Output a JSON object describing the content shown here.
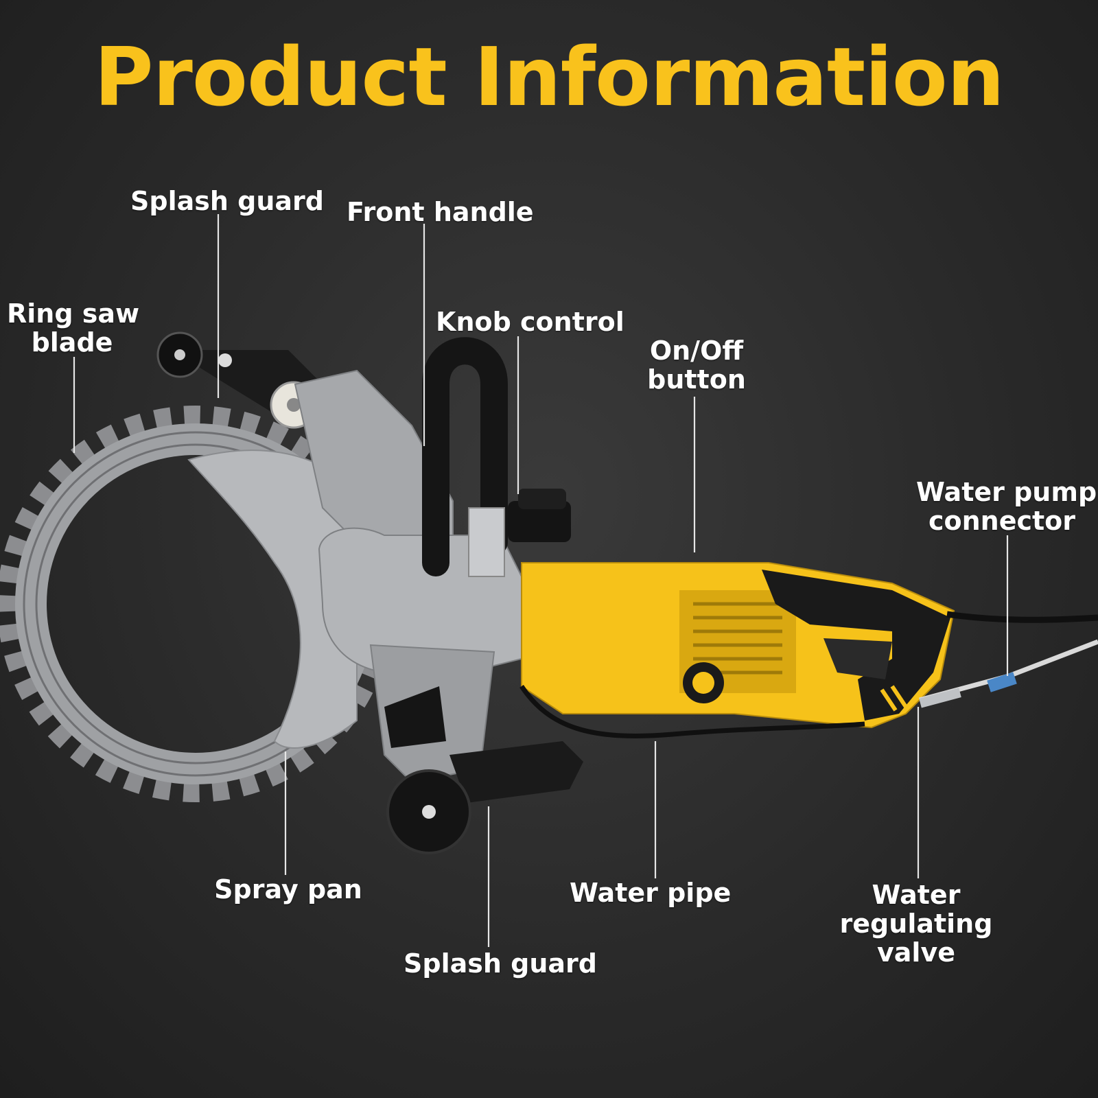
{
  "title": "Product Information",
  "labels": {
    "ring_saw_blade": [
      "Ring saw",
      "blade"
    ],
    "splash_guard_top": [
      "Splash guard"
    ],
    "front_handle": [
      "Front handle"
    ],
    "knob_control": [
      "Knob control"
    ],
    "on_off_button": [
      "On/Off",
      "button"
    ],
    "water_pump_connector": [
      "Water pump",
      "connector"
    ],
    "spray_pan": [
      "Spray pan"
    ],
    "splash_guard_bottom": [
      "Splash guard"
    ],
    "water_pipe": [
      "Water pipe"
    ],
    "water_regulating_valve": [
      "Water",
      "regulating",
      "valve"
    ]
  },
  "colors": {
    "title": "#f9c21c",
    "body_yellow": "#f6c21a",
    "dark_grey": "#2a2a2a",
    "metal": "#a9abae",
    "black": "#111111"
  }
}
